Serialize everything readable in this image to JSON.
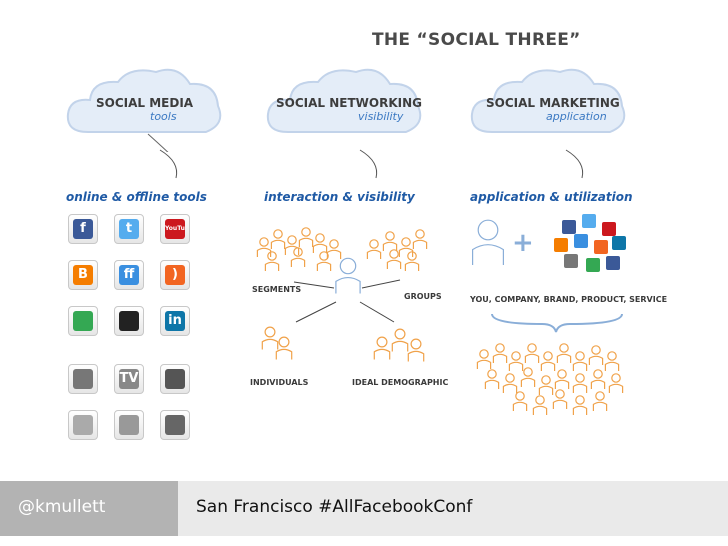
{
  "title": "THE “SOCIAL THREE”",
  "clouds": [
    {
      "line1": "SOCIAL MEDIA",
      "line2": "tools"
    },
    {
      "line1": "SOCIAL NETWORKING",
      "line2": "visibility"
    },
    {
      "line1": "SOCIAL MARKETING",
      "line2": "application"
    }
  ],
  "headings": [
    "online & offline tools",
    "interaction & visibility",
    "application & utilization"
  ],
  "icons": [
    {
      "name": "facebook-icon",
      "color": "#3b5998",
      "text": "f"
    },
    {
      "name": "twitter-icon",
      "color": "#55acee",
      "text": "t"
    },
    {
      "name": "youtube-icon",
      "color": "#cc181e",
      "text": "YouTube"
    },
    {
      "name": "blogger-icon",
      "color": "#f57d00",
      "text": "B"
    },
    {
      "name": "friendfeed-icon",
      "color": "#3a8fe0",
      "text": "ff"
    },
    {
      "name": "rss-icon",
      "color": "#f26522",
      "text": ")"
    },
    {
      "name": "google-icon",
      "color": "#34a853",
      "text": ""
    },
    {
      "name": "delicious-icon",
      "color": "#222222",
      "text": ""
    },
    {
      "name": "linkedin-icon",
      "color": "#0e76a8",
      "text": "in"
    },
    {
      "name": "newspaper-icon",
      "color": "#777777",
      "text": ""
    },
    {
      "name": "tv-icon",
      "color": "#888888",
      "text": "TV"
    },
    {
      "name": "radio-tower-icon",
      "color": "#555555",
      "text": ""
    },
    {
      "name": "mail-icon",
      "color": "#aaaaaa",
      "text": ""
    },
    {
      "name": "print-ad-icon",
      "color": "#999999",
      "text": ""
    },
    {
      "name": "phone-icon",
      "color": "#666666",
      "text": ""
    }
  ],
  "network_labels": {
    "segments": "SEGMENTS",
    "groups": "GROUPS",
    "individuals": "INDIVIDUALS",
    "ideal": "IDEAL DEMOGRAPHIC"
  },
  "marketing_caption": "YOU, COMPANY, BRAND, PRODUCT, SERVICE",
  "plus_sign": "+",
  "footer": {
    "handle": "@kmullett",
    "event": "San Francisco #AllFacebookConf"
  },
  "colors": {
    "accent": "#1f5aa5",
    "people_orange": "#f0a24a",
    "people_blue": "#8aaed8",
    "footer_gray": "#b3b3b3"
  }
}
